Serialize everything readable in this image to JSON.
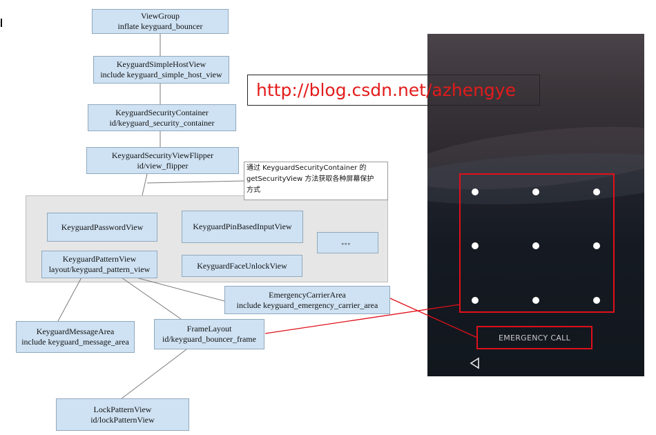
{
  "nodes": {
    "viewgroup": {
      "l1": "ViewGroup",
      "l2": "inflate keyguard_bouncer"
    },
    "simplehost": {
      "l1": "KeyguardSimpleHostView",
      "l2": "include keyguard_simple_host_view"
    },
    "seccontainer": {
      "l1": "KeyguardSecurityContainer",
      "l2": "id/keyguard_security_container"
    },
    "flipper": {
      "l1": "KeyguardSecurityViewFlipper",
      "l2": "id/view_flipper"
    },
    "password": {
      "l1": "KeyguardPasswordView"
    },
    "pinbased": {
      "l1": "KeyguardPinBasedInputView"
    },
    "ellipsis": {
      "l1": "。。。"
    },
    "pattern": {
      "l1": "KeyguardPatternView",
      "l2": "layout/keyguard_pattern_view"
    },
    "faceunlock": {
      "l1": "KeyguardFaceUnlockView"
    },
    "emergencyarea": {
      "l1": "EmergencyCarrierArea",
      "l2": "include keyguard_emergency_carrier_area"
    },
    "messagearea": {
      "l1": "KeyguardMessageArea",
      "l2": "include keyguard_message_area"
    },
    "framelayout": {
      "l1": "FrameLayout",
      "l2": "id/keyguard_bouncer_frame"
    },
    "lockpattern": {
      "l1": "LockPatternView",
      "l2": "id/lockPatternView"
    }
  },
  "note": {
    "line1": "通过 KeyguardSecurityContainer 的",
    "line2": "getSecurityView 方法获取各种屏幕保护",
    "line3": "方式"
  },
  "watermark": {
    "url": "http://blog.csdn.net/azhengye"
  },
  "phone": {
    "emergency_label": "EMERGENCY CALL",
    "back_icon": "back-triangle-icon",
    "pattern_dots": 9
  },
  "colors": {
    "node_fill": "#cfe2f3",
    "highlight_red": "#e0101a",
    "url_red": "#e31b1b"
  }
}
